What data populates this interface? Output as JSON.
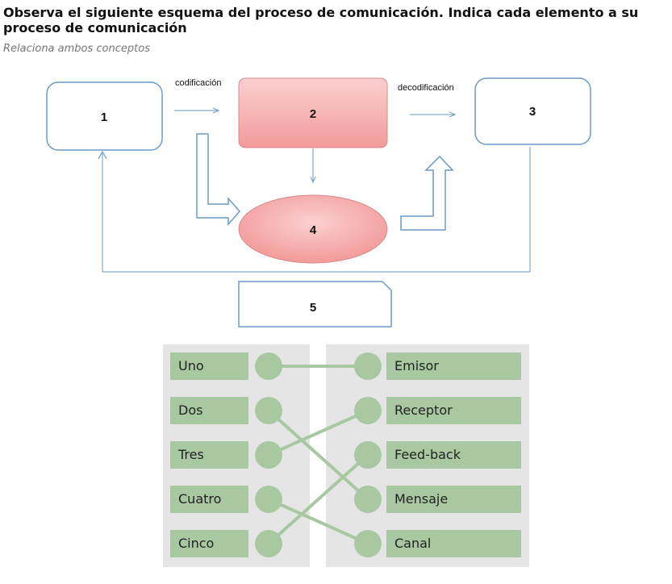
{
  "header": {
    "title": "Observa el siguiente esquema del proceso de comunicación. Indica cada elemento a su proceso de comunicación",
    "subtitle": "Relaciona ambos conceptos"
  },
  "diagram": {
    "box1": "1",
    "box2": "2",
    "box3": "3",
    "box4": "4",
    "box5": "5",
    "label_codificacion": "codificación",
    "label_decodificacion": "decodificación"
  },
  "matching": {
    "left": [
      "Uno",
      "Dos",
      "Tres",
      "Cuatro",
      "Cinco"
    ],
    "right": [
      "Emisor",
      "Receptor",
      "Feed-back",
      "Mensaje",
      "Canal"
    ],
    "connections": [
      [
        0,
        0
      ],
      [
        1,
        3
      ],
      [
        2,
        1
      ],
      [
        3,
        4
      ],
      [
        4,
        2
      ]
    ]
  },
  "colors": {
    "outline_blue": "#6a9bc8",
    "pink_fill": "#f6a8a8",
    "green": "#a8c8a2",
    "panel_gray": "#e5e5e5"
  }
}
